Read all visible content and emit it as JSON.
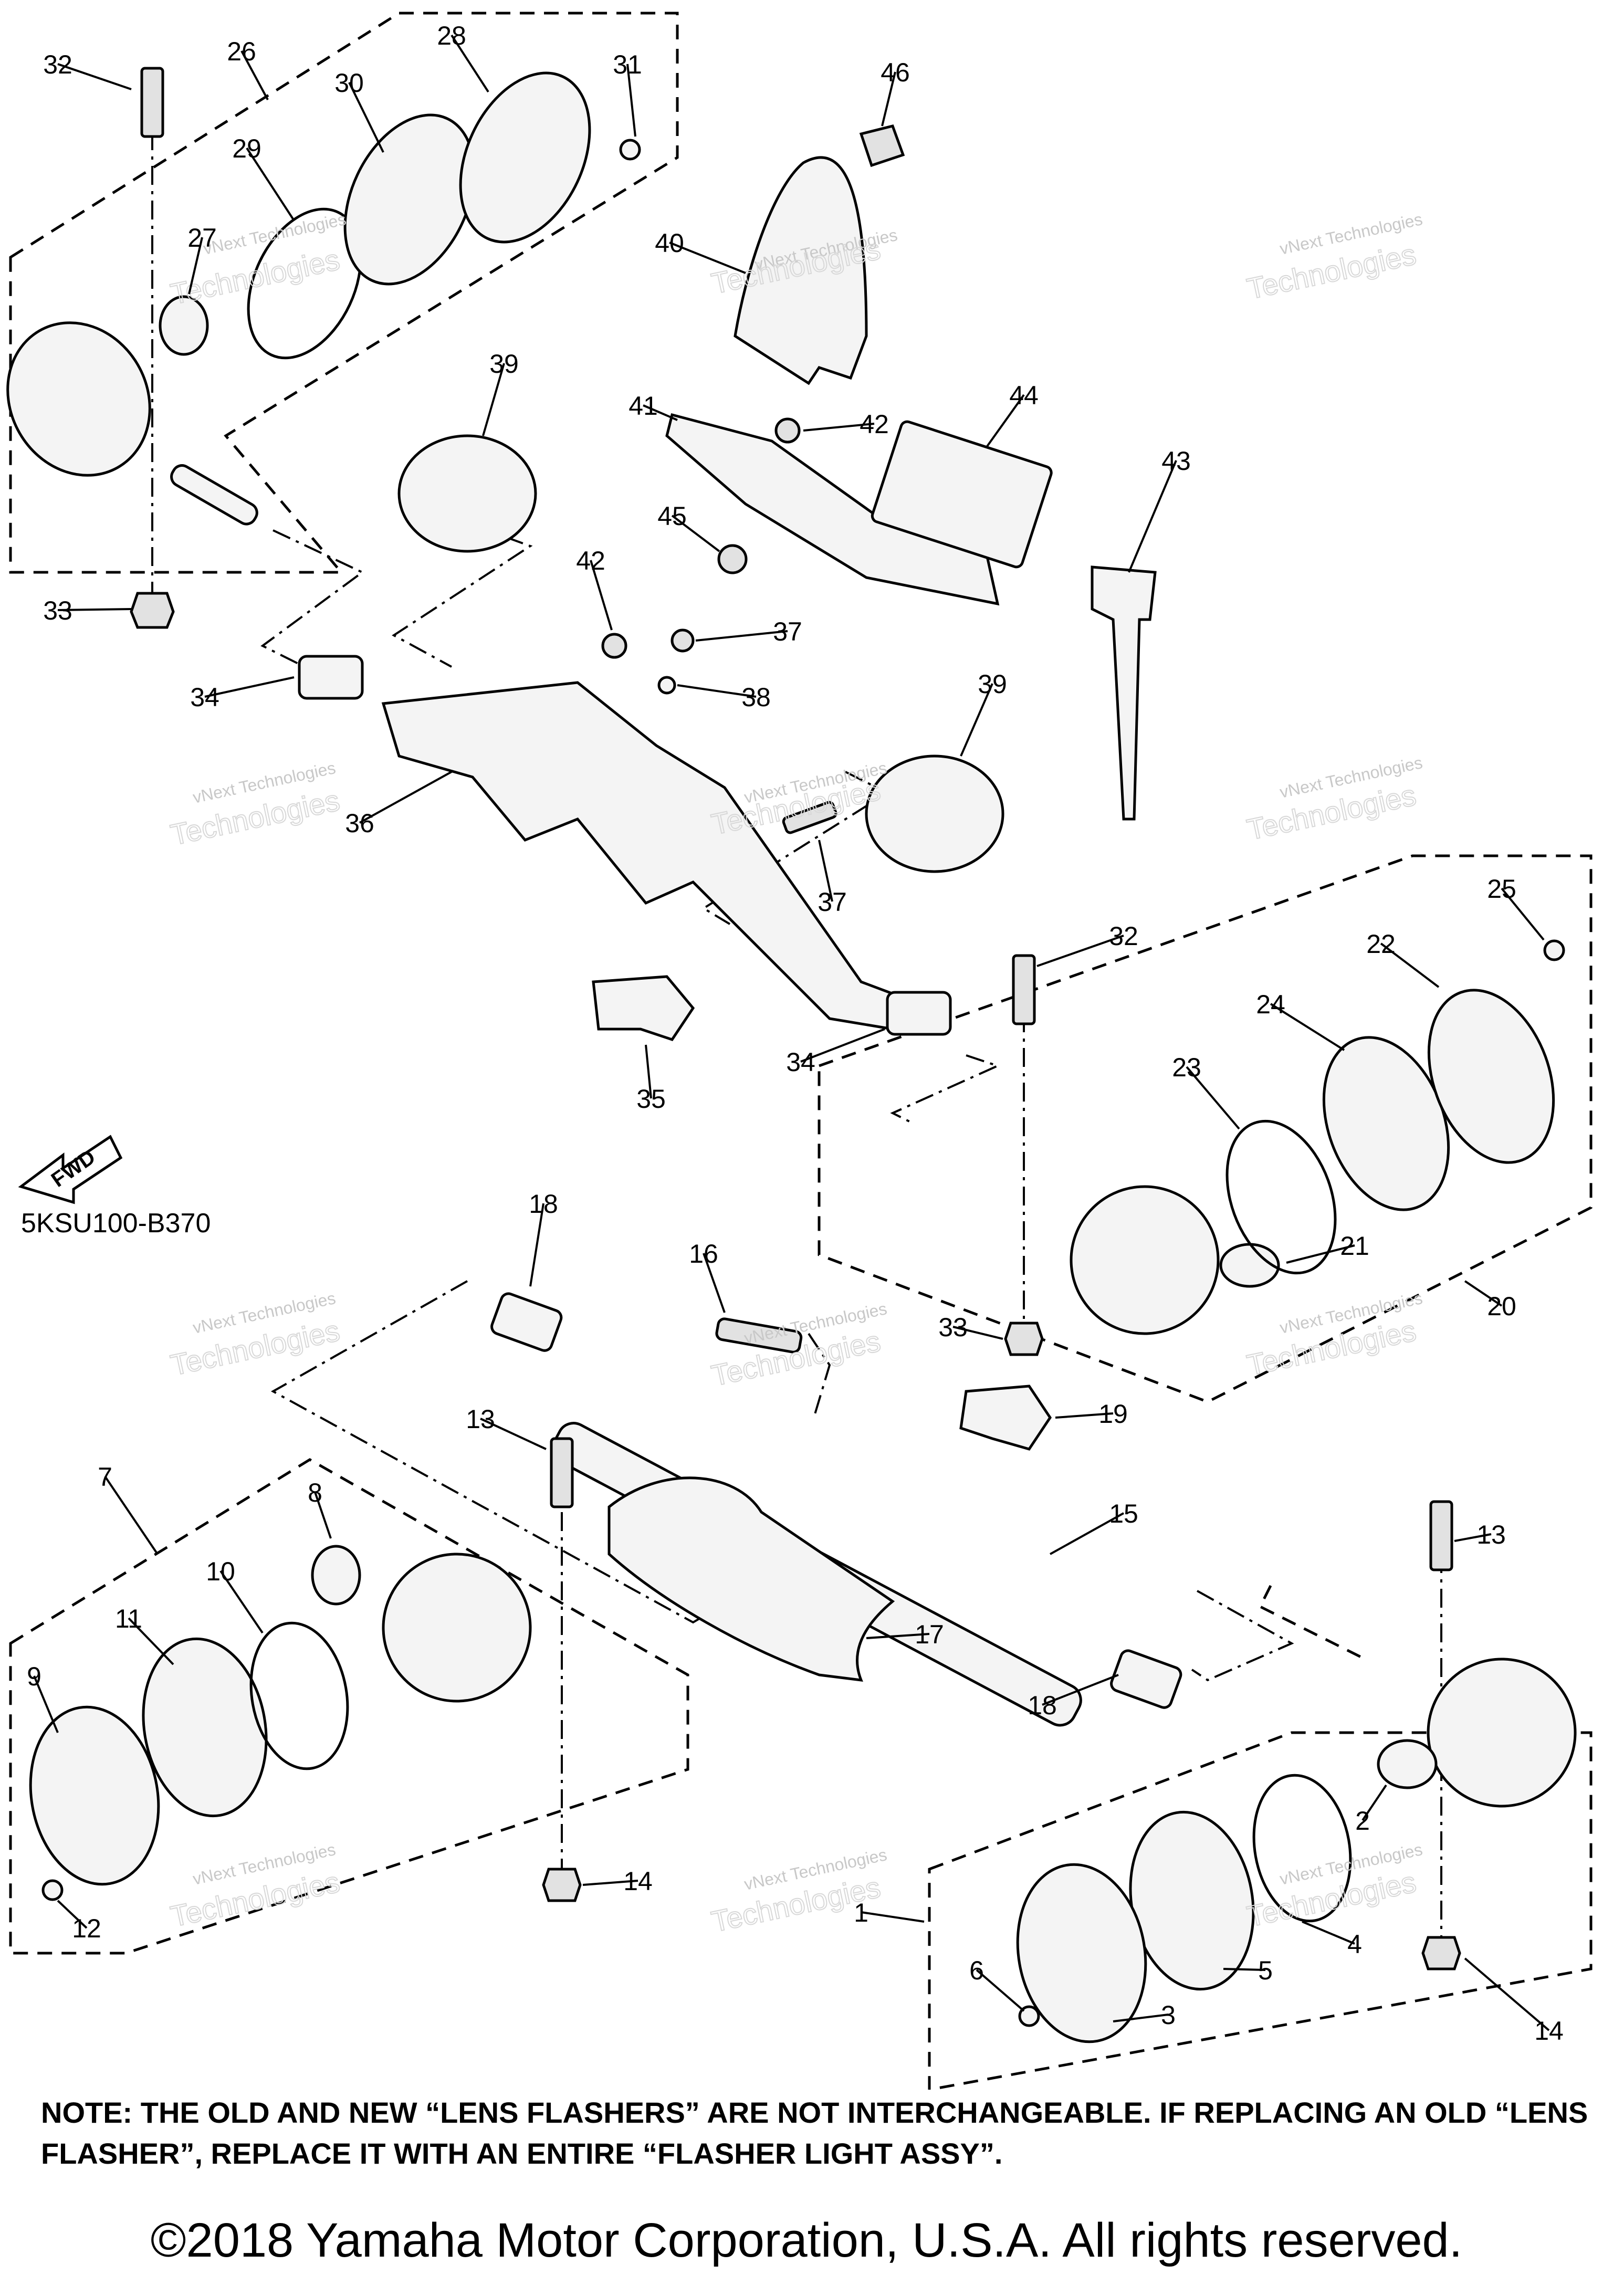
{
  "diagram": {
    "code": "5KSU100-B370",
    "fwd_label": "FWD",
    "watermark_line1": "vNext Technologies",
    "watermark_line2": "Technologies",
    "callouts": [
      {
        "id": "32a",
        "label": "32"
      },
      {
        "id": "26",
        "label": "26"
      },
      {
        "id": "28",
        "label": "28"
      },
      {
        "id": "30",
        "label": "30"
      },
      {
        "id": "31",
        "label": "31"
      },
      {
        "id": "29",
        "label": "29"
      },
      {
        "id": "27",
        "label": "27"
      },
      {
        "id": "46",
        "label": "46"
      },
      {
        "id": "40",
        "label": "40"
      },
      {
        "id": "39a",
        "label": "39"
      },
      {
        "id": "41",
        "label": "41"
      },
      {
        "id": "42a",
        "label": "42"
      },
      {
        "id": "44",
        "label": "44"
      },
      {
        "id": "43",
        "label": "43"
      },
      {
        "id": "45",
        "label": "45"
      },
      {
        "id": "33a",
        "label": "33"
      },
      {
        "id": "42b",
        "label": "42"
      },
      {
        "id": "37a",
        "label": "37"
      },
      {
        "id": "38",
        "label": "38"
      },
      {
        "id": "34a",
        "label": "34"
      },
      {
        "id": "39b",
        "label": "39"
      },
      {
        "id": "36",
        "label": "36"
      },
      {
        "id": "37b",
        "label": "37"
      },
      {
        "id": "32b",
        "label": "32"
      },
      {
        "id": "25",
        "label": "25"
      },
      {
        "id": "22",
        "label": "22"
      },
      {
        "id": "24",
        "label": "24"
      },
      {
        "id": "23",
        "label": "23"
      },
      {
        "id": "34b",
        "label": "34"
      },
      {
        "id": "35",
        "label": "35"
      },
      {
        "id": "18a",
        "label": "18"
      },
      {
        "id": "16",
        "label": "16"
      },
      {
        "id": "21",
        "label": "21"
      },
      {
        "id": "33b",
        "label": "33"
      },
      {
        "id": "20",
        "label": "20"
      },
      {
        "id": "19",
        "label": "19"
      },
      {
        "id": "13a",
        "label": "13"
      },
      {
        "id": "7",
        "label": "7"
      },
      {
        "id": "8",
        "label": "8"
      },
      {
        "id": "15",
        "label": "15"
      },
      {
        "id": "13b",
        "label": "13"
      },
      {
        "id": "10",
        "label": "10"
      },
      {
        "id": "11",
        "label": "11"
      },
      {
        "id": "17",
        "label": "17"
      },
      {
        "id": "9",
        "label": "9"
      },
      {
        "id": "18b",
        "label": "18"
      },
      {
        "id": "2",
        "label": "2"
      },
      {
        "id": "14a",
        "label": "14"
      },
      {
        "id": "12",
        "label": "12"
      },
      {
        "id": "4",
        "label": "4"
      },
      {
        "id": "1",
        "label": "1"
      },
      {
        "id": "6",
        "label": "6"
      },
      {
        "id": "5",
        "label": "5"
      },
      {
        "id": "3",
        "label": "3"
      },
      {
        "id": "14b",
        "label": "14"
      }
    ]
  },
  "note": "NOTE: THE OLD AND NEW “LENS FLASHERS” ARE NOT INTERCHANGEABLE. IF REPLACING AN OLD “LENS FLASHER”, REPLACE IT WITH AN ENTIRE “FLASHER LIGHT ASSY”.",
  "copyright": "©2018 Yamaha Motor Corporation, U.S.A. All rights reserved."
}
